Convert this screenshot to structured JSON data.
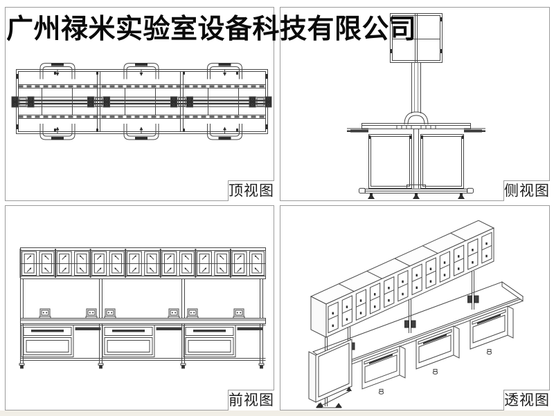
{
  "window": {
    "background_color": "#ffffff",
    "footer_strip_color": "#f1eee6",
    "panel_border_color": "#9b9b9b",
    "line_color": "#474747"
  },
  "header": {
    "company_title": "广州禄米实验室设备科技有限公司"
  },
  "panels": [
    {
      "id": "top-view",
      "label": "顶视图",
      "position": "top-left"
    },
    {
      "id": "side-view",
      "label": "侧视图",
      "position": "top-right"
    },
    {
      "id": "front-view",
      "label": "前视图",
      "position": "bottom-left"
    },
    {
      "id": "perspective-view",
      "label": "透视图",
      "position": "bottom-right"
    }
  ]
}
